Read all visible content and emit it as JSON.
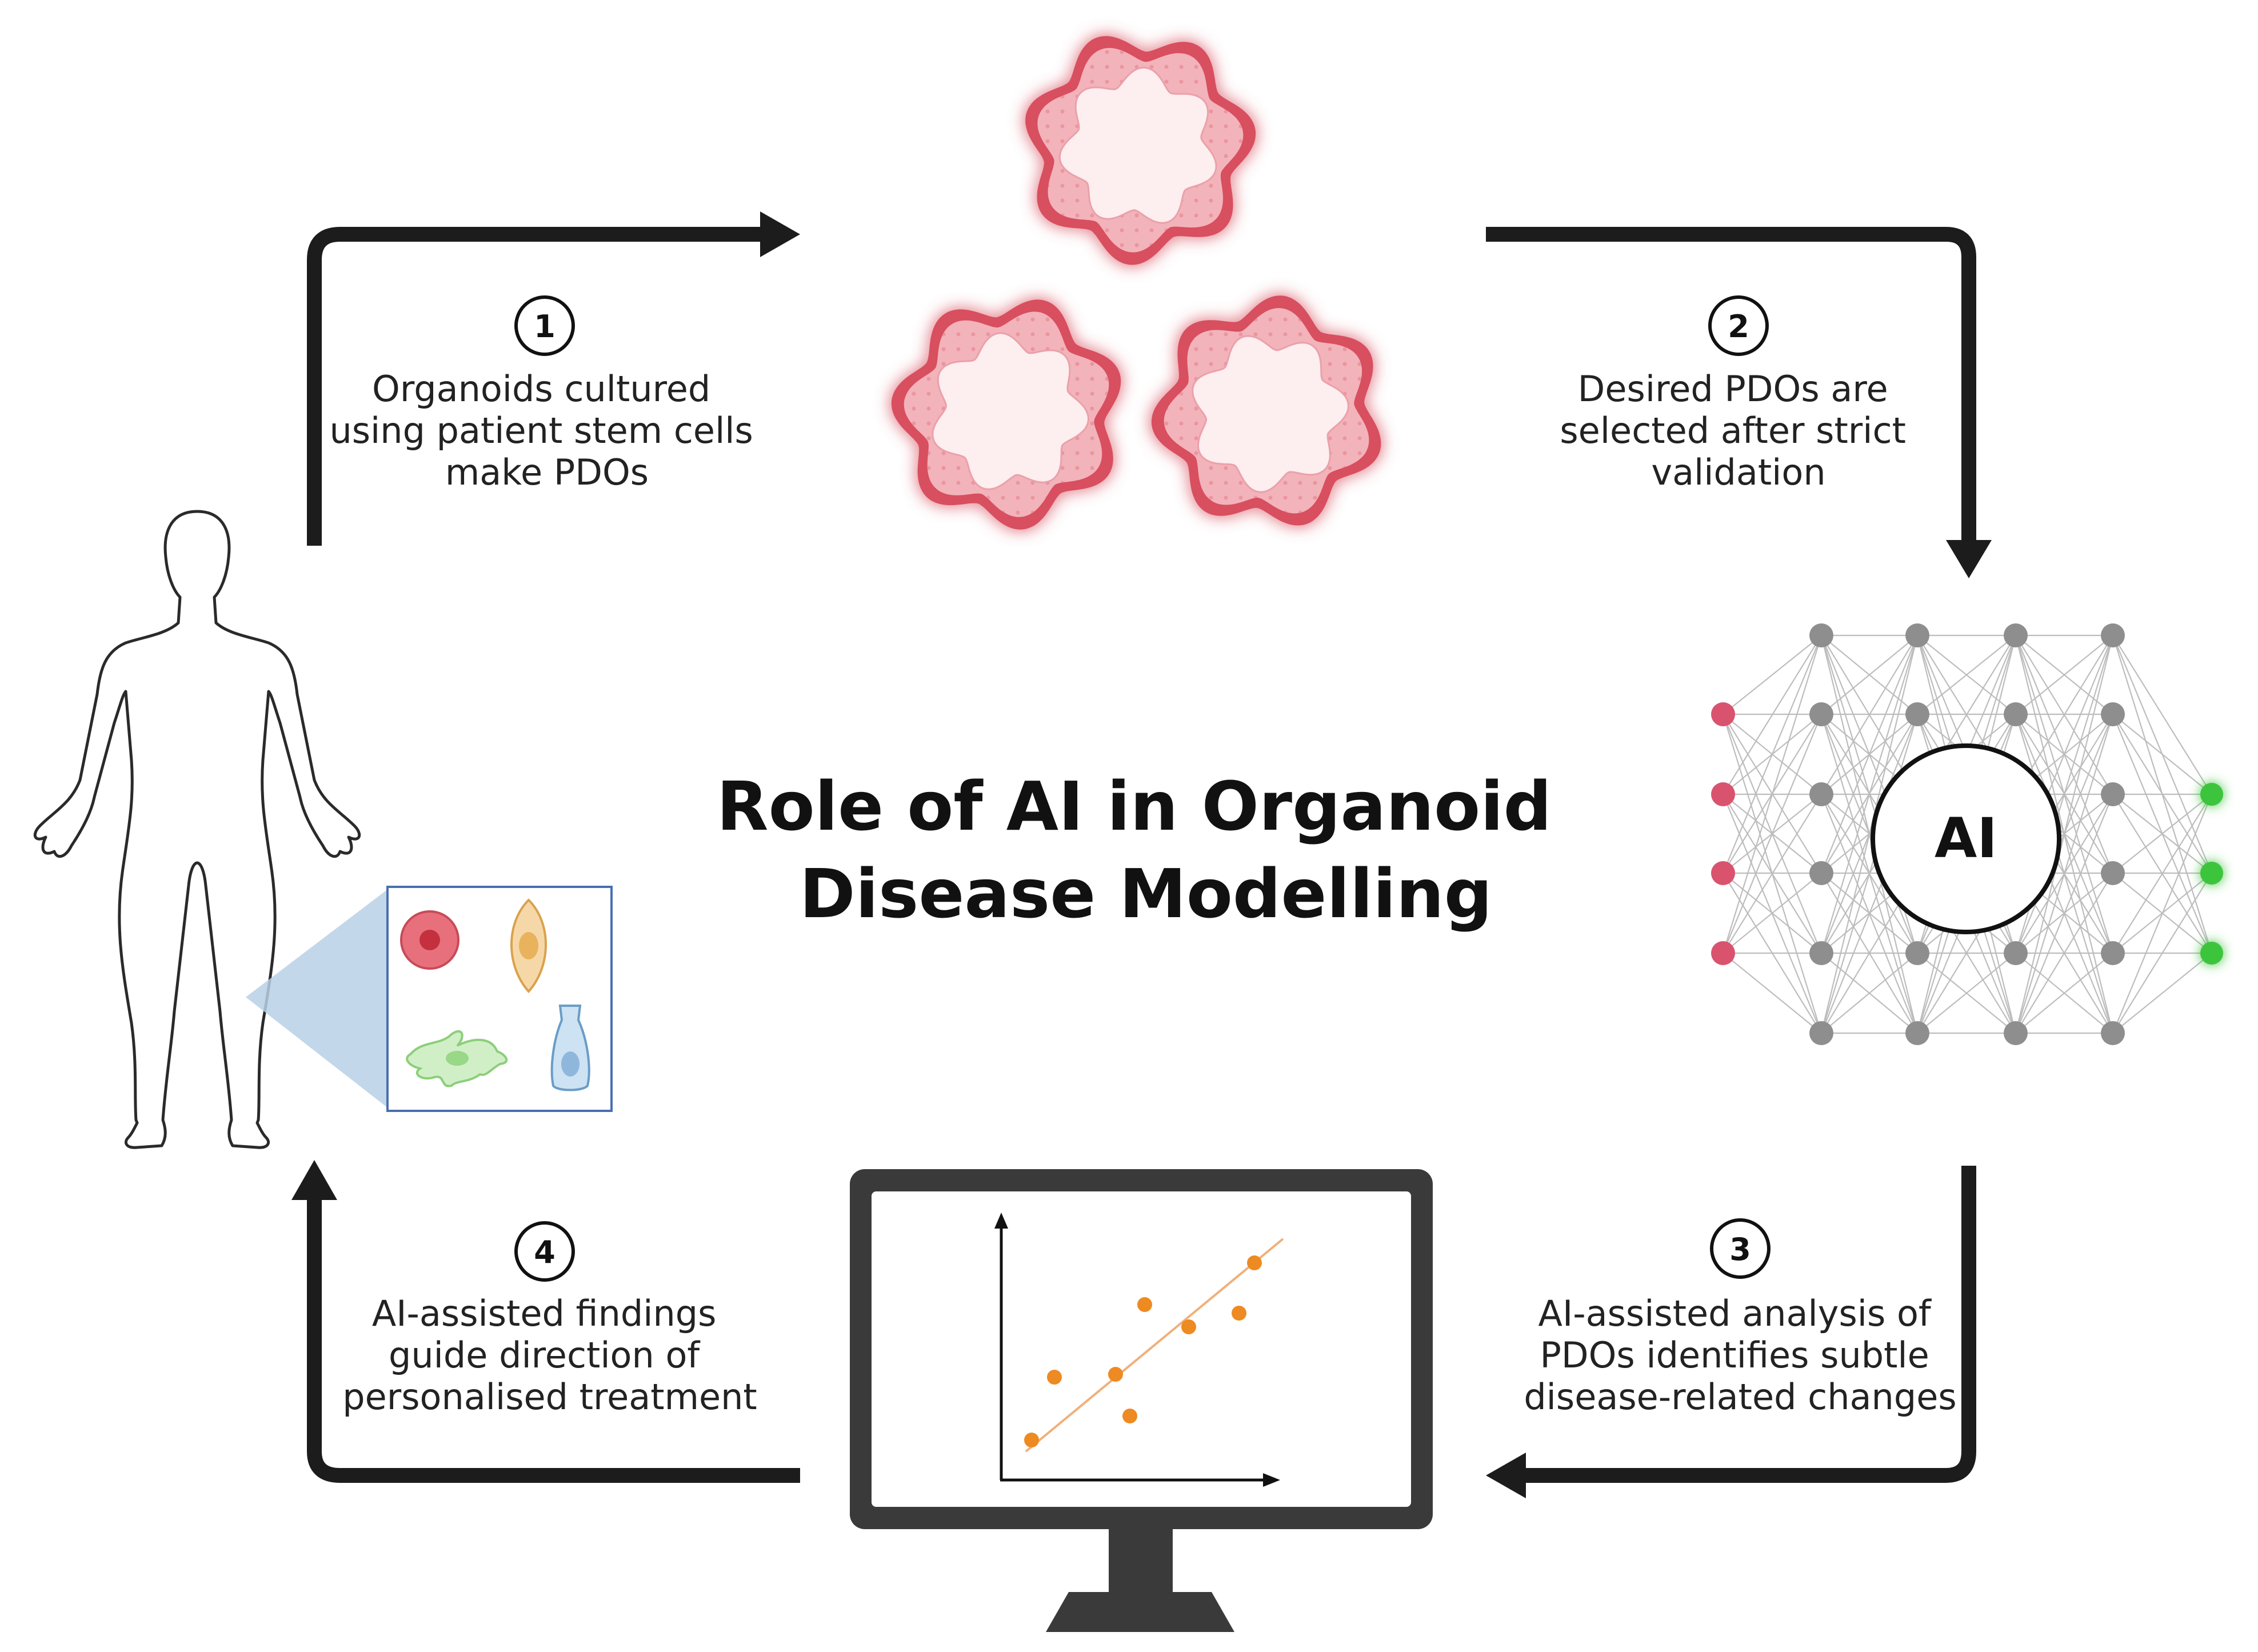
{
  "title": {
    "line1": "Role of AI in Organoid",
    "line2": "Disease Modelling"
  },
  "steps": [
    {
      "number": "1",
      "lines": [
        "Organoids cultured",
        "using patient stem cells",
        "make PDOs"
      ]
    },
    {
      "number": "2",
      "lines": [
        "Desired PDOs are",
        "selected after strict",
        "validation"
      ]
    },
    {
      "number": "3",
      "lines": [
        "AI-assisted analysis of",
        "PDOs identifies subtle",
        "disease-related changes"
      ]
    },
    {
      "number": "4",
      "lines": [
        "AI-assisted findings",
        "guide direction of",
        "personalised treatment"
      ]
    }
  ],
  "network": {
    "label": "AI"
  },
  "colors": {
    "arrow": "#1c1c1c",
    "organoid": "#d8505e",
    "input_node": "#d9536f",
    "output_node": "#3cc43c",
    "hidden_node": "#8e8e8e",
    "scatter_point": "#ee8a22",
    "cell_box": "#4a6fb0"
  }
}
